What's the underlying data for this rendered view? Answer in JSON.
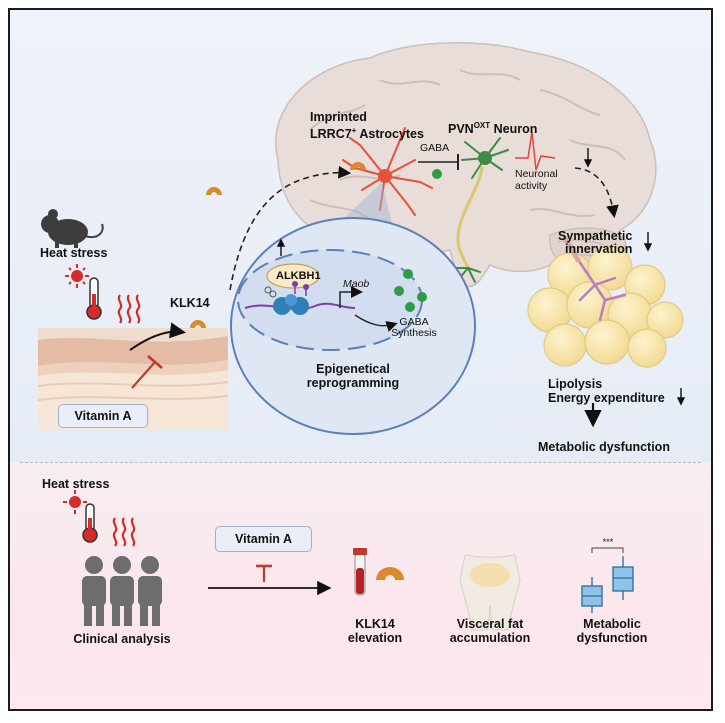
{
  "top": {
    "heat_stress": "Heat stress",
    "vitamin_a": "Vitamin A",
    "klk14": "KLK14",
    "astrocytes_line1": "Imprinted",
    "astrocytes_line2_prefix": "LRRC7",
    "astrocytes_line2_sup": "+",
    "astrocytes_line2_suffix": " Astrocytes",
    "pvn_prefix": "PVN",
    "pvn_sup": "OXT",
    "pvn_suffix": " Neuron",
    "gaba": "GABA",
    "neuronal_activity_line1": "Neuronal",
    "neuronal_activity_line2": "activity",
    "down_arrow": "↓",
    "up_arrow": "↑",
    "alkbh1": "ALKBH1",
    "maob": "Maob",
    "gaba_synthesis_line1": "GABA",
    "gaba_synthesis_line2": "Synthesis",
    "epigenetical_line1": "Epigenetical",
    "epigenetical_line2": "reprogramming",
    "sympathetic_line1": "Sympathetic",
    "sympathetic_line2": "innervation",
    "lipolysis": "Lipolysis",
    "energy_expenditure": "Energy expenditure",
    "metabolic_dysfunction": "Metabolic dysfunction"
  },
  "bottom": {
    "heat_stress": "Heat stress",
    "vitamin_a": "Vitamin A",
    "clinical_analysis": "Clinical analysis",
    "klk14_line1": "KLK14",
    "klk14_line2": "elevation",
    "visceral_line1": "Visceral fat",
    "visceral_line2": "accumulation",
    "metabolic_line1": "Metabolic",
    "metabolic_line2": "dysfunction",
    "significance": "***"
  },
  "colors": {
    "astrocyte": "#e8503a",
    "neuron": "#3f8a46",
    "gaba_dot": "#2e9b45",
    "klk14_protein": "#d98a2c",
    "inhibitor": "#c0392b",
    "nucleus_fill": "#cfdcf0",
    "nucleus_border": "#5d7fb8",
    "boxplot": "#5aa4d6"
  }
}
